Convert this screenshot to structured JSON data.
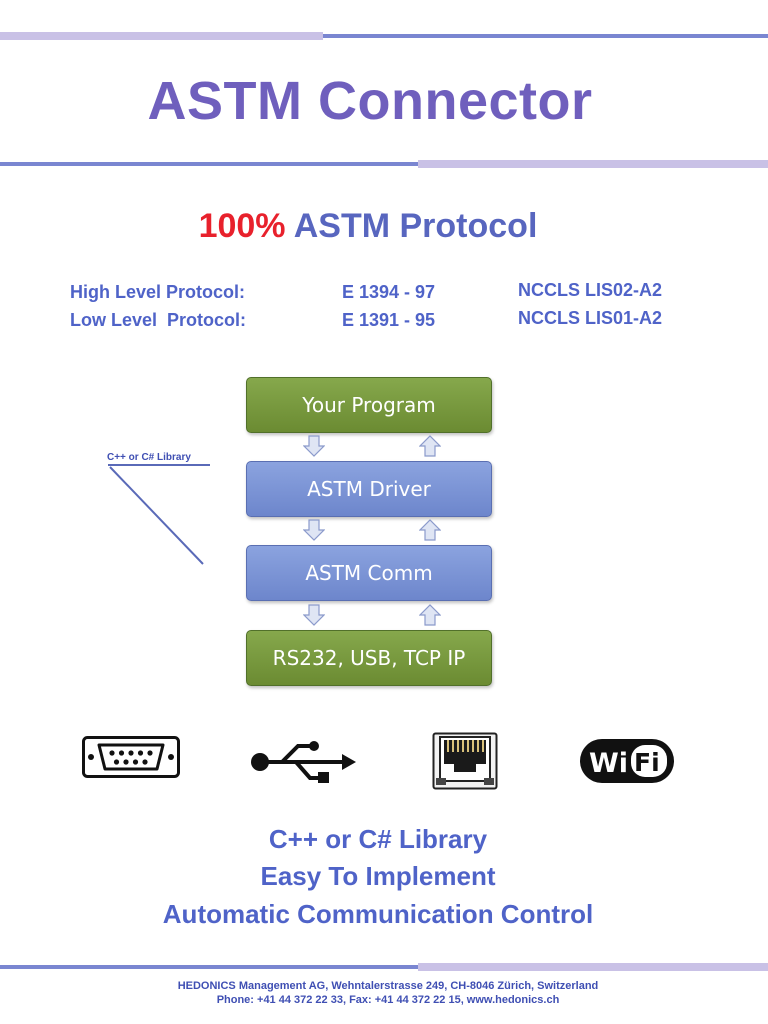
{
  "title": "ASTM Connector",
  "subtitle": {
    "accent": "100%",
    "rest": " ASTM Protocol"
  },
  "specs": [
    {
      "label": "High Level Protocol:",
      "standard": "E 1394 - 97",
      "nccls": "NCCLS LIS02-A2"
    },
    {
      "label": "Low Level  Protocol:",
      "standard": "E 1391 - 95",
      "nccls": "NCCLS LIS01-A2"
    }
  ],
  "diagram": {
    "library_label": "C++ or C# Library",
    "layers": [
      "Your Program",
      "ASTM Driver",
      "ASTM Comm",
      "RS232, USB, TCP IP"
    ]
  },
  "icons": [
    "serial-port-icon",
    "usb-icon",
    "ethernet-port-icon",
    "wifi-icon"
  ],
  "wifi_text": {
    "wi": "Wi",
    "fi": "Fi"
  },
  "features": [
    "C++ or C# Library",
    "Easy To Implement",
    "Automatic Communication Control"
  ],
  "footer": {
    "address": "HEDONICS Management AG, Wehntalerstrasse 249, CH-8046 Zürich, Switzerland",
    "contact": "Phone: +41 44 372 22 33, Fax: +41 44 372 22 15, www.hedonics.ch"
  },
  "colors": {
    "title": "#6f5fbd",
    "text": "#4f63c8",
    "accent": "#e8212c",
    "green_box": "#7a9a3e",
    "blue_box": "#7b93d6",
    "bar_light": "#c9c1e6",
    "bar_dark": "#7a86d1"
  }
}
